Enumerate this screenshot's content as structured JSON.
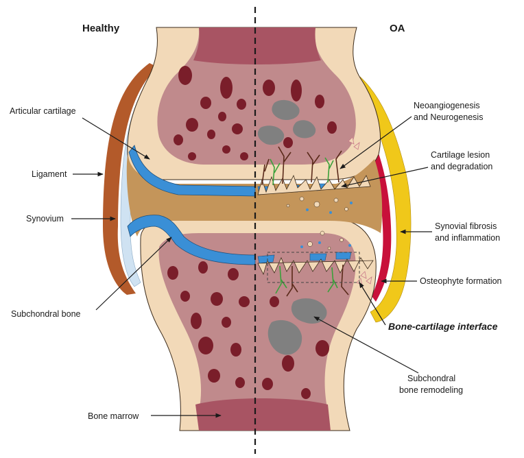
{
  "headers": {
    "healthy": "Healthy",
    "oa": "OA"
  },
  "labels": {
    "articular_cartilage": "Articular cartilage",
    "ligament": "Ligament",
    "synovium": "Synovium",
    "subchondral_bone": "Subchondral bone",
    "bone_marrow": "Bone marrow",
    "neoangiogenesis_line1": "Neoangiogenesis",
    "neoangiogenesis_line2": "and Neurogenesis",
    "cartilage_lesion_line1": "Cartilage lesion",
    "cartilage_lesion_line2": "and degradation",
    "synovial_fibrosis_line1": "Synovial fibrosis",
    "synovial_fibrosis_line2": "and inflammation",
    "osteophyte": "Osteophyte formation",
    "bone_cartilage_interface": "Bone-cartilage interface",
    "subchondral_remodeling_line1": "Subchondral",
    "subchondral_remodeling_line2": "bone remodeling"
  },
  "colors": {
    "bone_shell": "#f2d9b8",
    "bone_inner": "#c08a8c",
    "marrow": "#a85463",
    "trabecula": "#7a1e2a",
    "cartilage": "#3a8fd6",
    "joint_space": "#c4955a",
    "ligament": "#b35a2a",
    "synovium_healthy": "#cfe2f2",
    "synovium_oa_red": "#c8103a",
    "synovium_oa_yellow": "#f0c81a",
    "remodeling_gray": "#808080",
    "vessel": "#5a2a1a",
    "nerve": "#3aa03a"
  }
}
